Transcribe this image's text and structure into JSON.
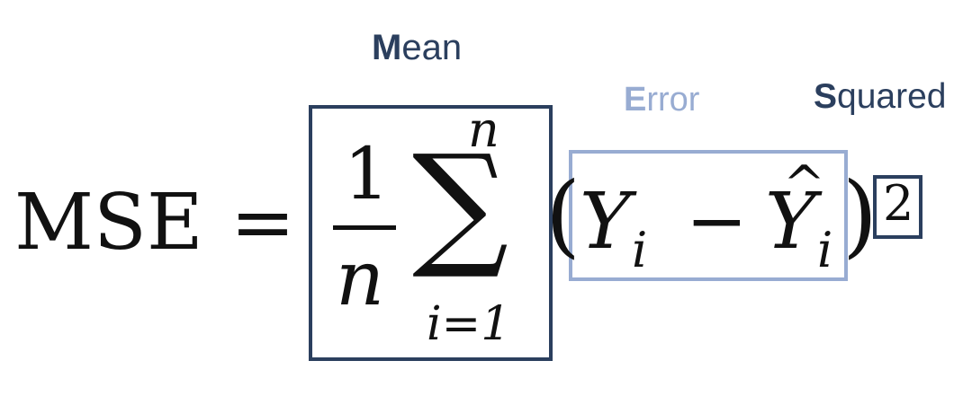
{
  "colors": {
    "dark_blue": "#2b3f5e",
    "light_blue": "#98acd2",
    "ink": "#111111"
  },
  "labels": {
    "mean": {
      "initial": "M",
      "rest": "ean"
    },
    "error": {
      "initial": "E",
      "rest": "rror"
    },
    "squared": {
      "initial": "S",
      "rest": "quared"
    }
  },
  "formula": {
    "lhs": "MSE",
    "equals": "=",
    "fraction_numerator": "1",
    "fraction_denominator": "n",
    "sum_symbol": "∑",
    "sum_upper": "n",
    "sum_lower": "i=1",
    "open_paren": "(",
    "y": "Y",
    "y_subscript": "i",
    "minus": "−",
    "y_hat": "Y",
    "hat": "^",
    "y_hat_subscript": "i",
    "close_paren": ")",
    "exponent": "2"
  }
}
